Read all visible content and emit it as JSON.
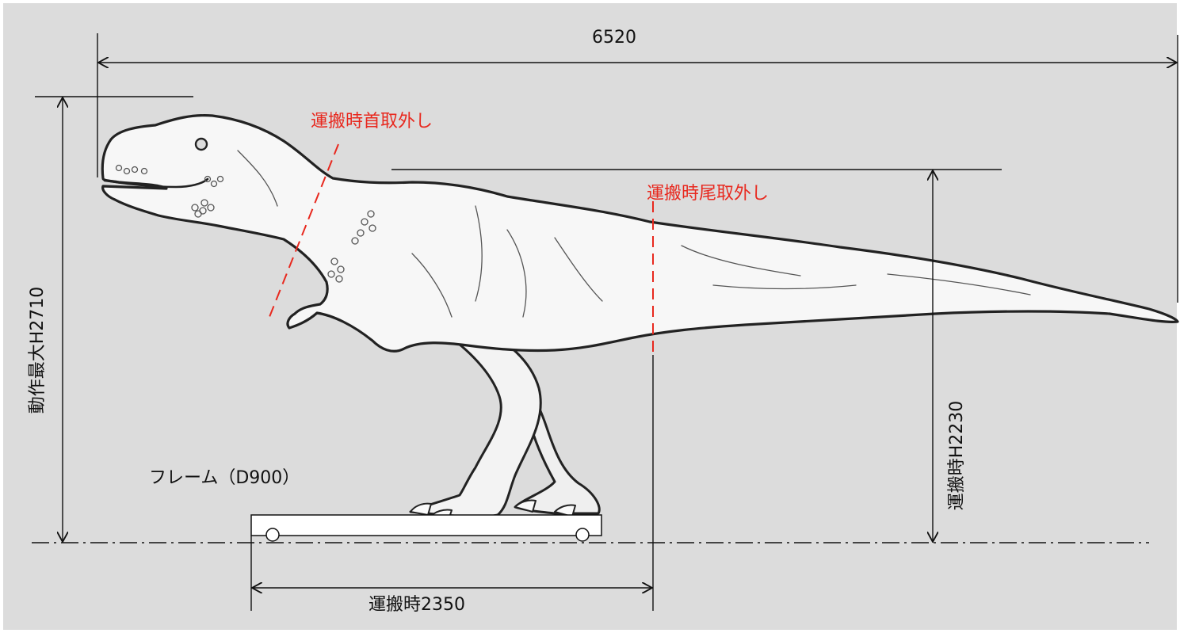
{
  "labels": {
    "overall_length": "6520",
    "max_height": "動作最大H2710",
    "transport_height": "運搬時H2230",
    "transport_length": "運搬時2350",
    "frame": "フレーム（D900）",
    "neck_removal": "運搬時首取外し",
    "tail_removal": "運搬時尾取外し"
  },
  "colors": {
    "background": "#dcdcdc",
    "cut_line": "#e8281e",
    "dimension_line": "#111111",
    "body_fill": "#f7f7f7"
  },
  "icons": {
    "figure": "tyrannosaurus-illustration",
    "wheel": "circle"
  }
}
